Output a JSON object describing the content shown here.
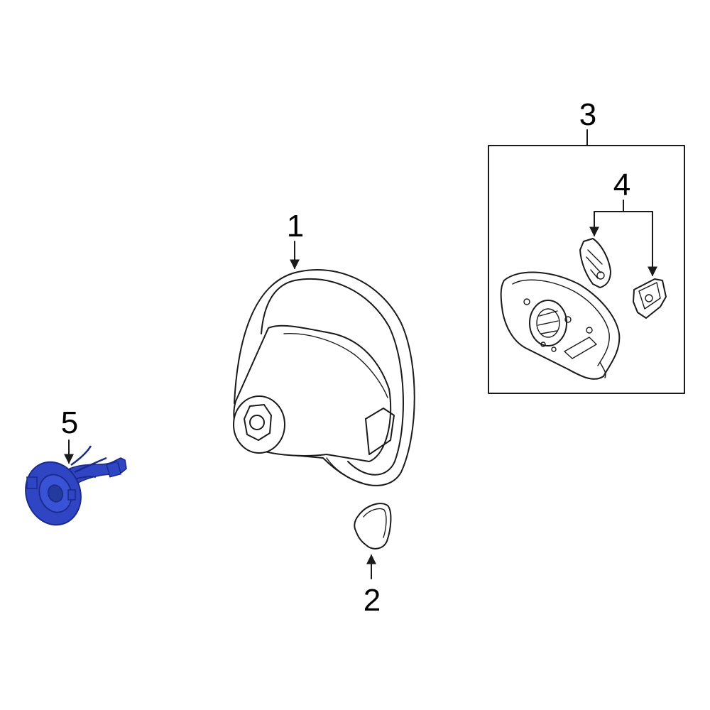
{
  "callouts": {
    "c1": "1",
    "c2": "2",
    "c3": "3",
    "c4": "4",
    "c5": "5"
  },
  "colors": {
    "line": "#1a1a1a",
    "highlight_fill": "#2f45c4",
    "highlight_dark": "#1a2a8a",
    "background": "#ffffff"
  },
  "parts": [
    {
      "callout": "1",
      "icon": "steering-wheel-icon"
    },
    {
      "callout": "2",
      "icon": "trim-cover-icon"
    },
    {
      "callout": "3",
      "icon": "airbag-module-icon"
    },
    {
      "callout": "4",
      "icon": "switch-icon"
    },
    {
      "callout": "5",
      "icon": "clock-spring-icon",
      "highlighted": true
    }
  ]
}
